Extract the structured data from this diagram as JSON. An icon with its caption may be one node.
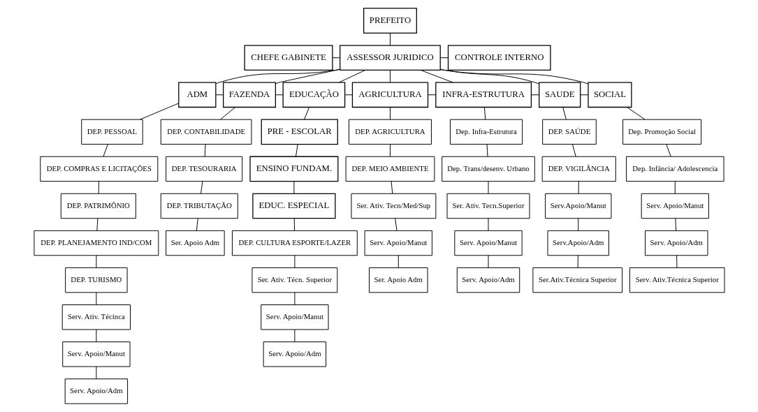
{
  "diagram": {
    "nodes": [
      {
        "text": [
          "PREFEITO"
        ]
      },
      {
        "text": [
          "CHEFE GABINETE"
        ]
      },
      {
        "text": [
          "ASSESSOR JURIDICO"
        ]
      },
      {
        "text": [
          "CONTROLE INTERNO"
        ]
      },
      {
        "text": [
          "ADM"
        ]
      },
      {
        "text": [
          "FAZENDA"
        ]
      },
      {
        "text": [
          "EDUCAÇÃO"
        ]
      },
      {
        "text": [
          "AGRICULTURA"
        ]
      },
      {
        "text": [
          "INFRA-ESTRUTURA"
        ]
      },
      {
        "text": [
          "SAUDE"
        ]
      },
      {
        "text": [
          "SOCIAL"
        ]
      },
      {
        "text": [
          "DEP. PESSOAL"
        ]
      },
      {
        "text": [
          "DEP. COMPRAS E LICITAÇÕES"
        ]
      },
      {
        "text": [
          "DEP. PATRIMÔNIO"
        ]
      },
      {
        "text": [
          "DEP. PLANEJAMENTO IND/COM"
        ]
      },
      {
        "text": [
          "DEP. TURISMO"
        ]
      },
      {
        "text": [
          "Serv. Ativ. Técinca"
        ]
      },
      {
        "text": [
          "Serv. Apoio/Manut"
        ]
      },
      {
        "text": [
          "Serv. Apoio/Adm"
        ]
      },
      {
        "text": [
          "DEP. CONTABILIDADE"
        ]
      },
      {
        "text": [
          "DEP. TESOURARIA"
        ]
      },
      {
        "text": [
          "DEP. TRIBUTAÇÃO"
        ]
      },
      {
        "text": [
          "Ser. Apoio Adm"
        ]
      },
      {
        "text": [
          "PRE - ESCOLAR"
        ]
      },
      {
        "text": [
          "ENSINO FUNDAM."
        ]
      },
      {
        "text": [
          "EDUC. ESPECIAL"
        ]
      },
      {
        "text": [
          "DEP. CULTURA ESPORTE/LAZER"
        ]
      },
      {
        "text": [
          "Ser. Ativ. Técn. Superior"
        ]
      },
      {
        "text": [
          "Serv. Apoio/Manut"
        ]
      },
      {
        "text": [
          "Serv. Apoio/Adm"
        ]
      },
      {
        "text": [
          "DEP. AGRICULTURA"
        ]
      },
      {
        "text": [
          "DEP. MEIO AMBIENTE"
        ]
      },
      {
        "text": [
          "Ser. Ativ. Tecn/Med/Sup"
        ]
      },
      {
        "text": [
          "Serv. Apoio/Manut"
        ]
      },
      {
        "text": [
          "Ser. Apoio Adm"
        ]
      },
      {
        "text": [
          "Dep. Infra-Estrutura"
        ]
      },
      {
        "text": [
          "Dep. Trans/desenv. Urbano"
        ]
      },
      {
        "text": [
          "Ser. Ativ. Tecn.Superior"
        ]
      },
      {
        "text": [
          "Serv. Apoio/Manut"
        ]
      },
      {
        "text": [
          "Serv. Apoio/Adm"
        ]
      },
      {
        "text": [
          "DEP. SAÚDE"
        ]
      },
      {
        "text": [
          "DEP. VIGILÂNCIA"
        ]
      },
      {
        "text": [
          "Serv.Apoio/Manut"
        ]
      },
      {
        "text": [
          "Serv.Apoio/Adm"
        ]
      },
      {
        "text": [
          "Ser.Ativ.Técnica Superior"
        ]
      },
      {
        "text": [
          "Dep. Promoção Social"
        ]
      },
      {
        "text": [
          "Dep. Infância/ Adolescencia"
        ]
      },
      {
        "text": [
          "Serv. Apoio/Manut"
        ]
      },
      {
        "text": [
          "Serv. Apoio/Adm"
        ]
      },
      {
        "text": [
          "Serv. Ativ.Técnica Superior"
        ]
      }
    ],
    "edges": [
      {
        "from": 0,
        "to": 2,
        "arrow": "none"
      },
      {
        "from": 1,
        "to": 2,
        "arrow": "none"
      },
      {
        "from": 2,
        "to": 3,
        "arrow": "none"
      },
      {
        "from": 2,
        "to": 4,
        "arrow": "none"
      },
      {
        "from": 2,
        "to": 5,
        "arrow": "none"
      },
      {
        "from": 2,
        "to": 6,
        "arrow": "none"
      },
      {
        "from": 2,
        "to": 7,
        "arrow": "none"
      },
      {
        "from": 2,
        "to": 8,
        "arrow": "none"
      },
      {
        "from": 2,
        "to": 9,
        "arrow": "none"
      },
      {
        "from": 2,
        "to": 10,
        "arrow": "none"
      },
      {
        "from": 4,
        "to": 5,
        "arrow": "none"
      },
      {
        "from": 5,
        "to": 6,
        "arrow": "none"
      },
      {
        "from": 6,
        "to": 7,
        "arrow": "none"
      },
      {
        "from": 7,
        "to": 8,
        "arrow": "none"
      },
      {
        "from": 8,
        "to": 9,
        "arrow": "none"
      },
      {
        "from": 9,
        "to": 10,
        "arrow": "none"
      },
      {
        "from": 4,
        "to": 11,
        "arrow": "none"
      },
      {
        "from": 11,
        "to": 12,
        "arrow": "none"
      },
      {
        "from": 12,
        "to": 13,
        "arrow": "none"
      },
      {
        "from": 13,
        "to": 14,
        "arrow": "none"
      },
      {
        "from": 14,
        "to": 15,
        "arrow": "none"
      },
      {
        "from": 15,
        "to": 16,
        "arrow": "none"
      },
      {
        "from": 16,
        "to": 17,
        "arrow": "none"
      },
      {
        "from": 17,
        "to": 18,
        "arrow": "none"
      },
      {
        "from": 5,
        "to": 19,
        "arrow": "none"
      },
      {
        "from": 19,
        "to": 20,
        "arrow": "none"
      },
      {
        "from": 20,
        "to": 21,
        "arrow": "none"
      },
      {
        "from": 21,
        "to": 22,
        "arrow": "none"
      },
      {
        "from": 6,
        "to": 23,
        "arrow": "none"
      },
      {
        "from": 23,
        "to": 24,
        "arrow": "none"
      },
      {
        "from": 24,
        "to": 25,
        "arrow": "none"
      },
      {
        "from": 25,
        "to": 26,
        "arrow": "none"
      },
      {
        "from": 26,
        "to": 27,
        "arrow": "none"
      },
      {
        "from": 27,
        "to": 28,
        "arrow": "none"
      },
      {
        "from": 28,
        "to": 29,
        "arrow": "none"
      },
      {
        "from": 7,
        "to": 30,
        "arrow": "none"
      },
      {
        "from": 30,
        "to": 31,
        "arrow": "none"
      },
      {
        "from": 31,
        "to": 32,
        "arrow": "none"
      },
      {
        "from": 32,
        "to": 33,
        "arrow": "none"
      },
      {
        "from": 33,
        "to": 34,
        "arrow": "none"
      },
      {
        "from": 8,
        "to": 35,
        "arrow": "none"
      },
      {
        "from": 35,
        "to": 36,
        "arrow": "none"
      },
      {
        "from": 36,
        "to": 37,
        "arrow": "none"
      },
      {
        "from": 37,
        "to": 38,
        "arrow": "none"
      },
      {
        "from": 38,
        "to": 39,
        "arrow": "none"
      },
      {
        "from": 9,
        "to": 40,
        "arrow": "none"
      },
      {
        "from": 40,
        "to": 41,
        "arrow": "none"
      },
      {
        "from": 41,
        "to": 42,
        "arrow": "none"
      },
      {
        "from": 42,
        "to": 43,
        "arrow": "none"
      },
      {
        "from": 43,
        "to": 44,
        "arrow": "none"
      },
      {
        "from": 10,
        "to": 45,
        "arrow": "none"
      },
      {
        "from": 45,
        "to": 46,
        "arrow": "none"
      },
      {
        "from": 46,
        "to": 47,
        "arrow": "none"
      },
      {
        "from": 47,
        "to": 48,
        "arrow": "none"
      },
      {
        "from": 48,
        "to": 49,
        "arrow": "none"
      }
    ]
  }
}
